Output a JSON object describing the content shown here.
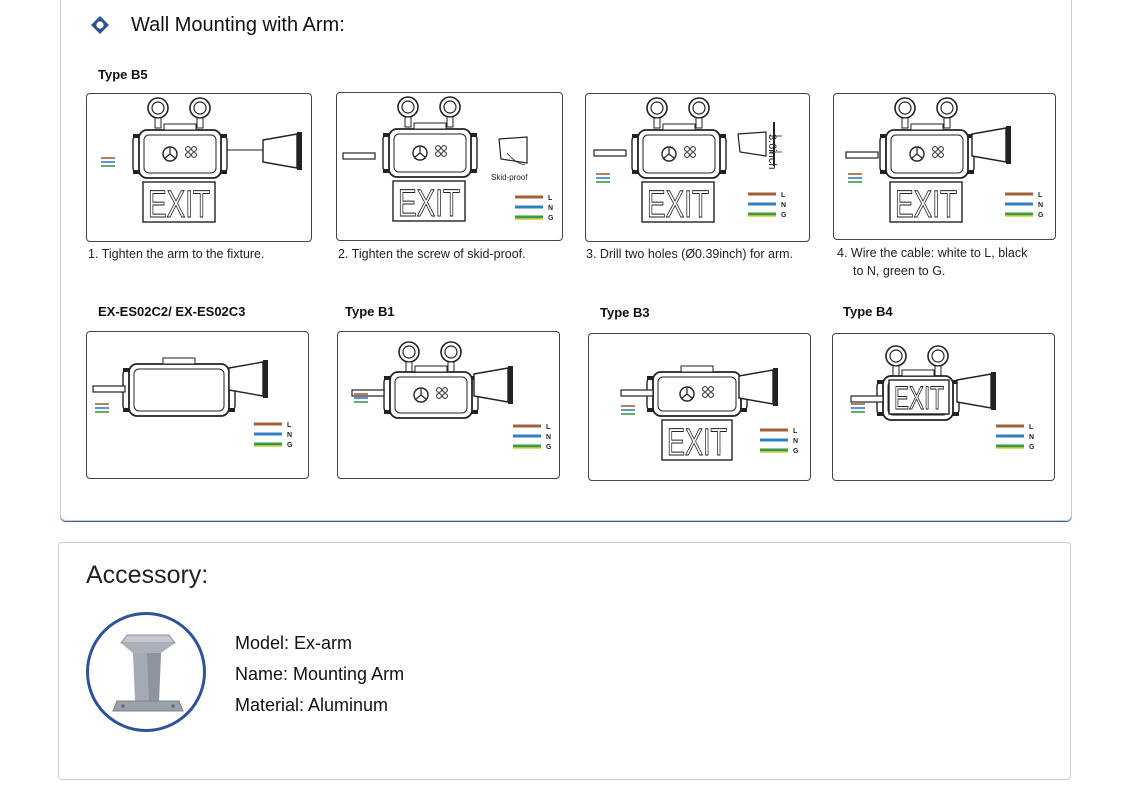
{
  "wall_mounting": {
    "title": "Wall Mounting with Arm:",
    "type_b5_label": "Type B5",
    "steps": [
      {
        "caption": "1. Tighten the arm to the fixture."
      },
      {
        "caption": "2. Tighten the screw of skid-proof.",
        "note": "Skid-proof"
      },
      {
        "caption": "3. Drill two holes (Ø0.39inch) for arm.",
        "dimension": "3.6inch"
      },
      {
        "caption_line1": "4. Wire the cable: white to L, black",
        "caption_line2": "to N, green to G."
      }
    ],
    "types": [
      {
        "label": "EX-ES02C2/ EX-ES02C3"
      },
      {
        "label": "Type B1"
      },
      {
        "label": "Type B3"
      },
      {
        "label": "Type B4"
      }
    ],
    "exit_text": "EXIT",
    "wire_labels": [
      "L",
      "N",
      "G"
    ],
    "wire_colors": {
      "L": "#a0603a",
      "N": "#2f7fc2",
      "G": "#3a9a4a",
      "ground_stripe": "#d4cf3a"
    }
  },
  "accessory": {
    "title": "Accessory:",
    "model": "Model: Ex-arm",
    "name": "Name: Mounting Arm",
    "material": "Material: Aluminum",
    "ring_color": "#2e5497"
  }
}
